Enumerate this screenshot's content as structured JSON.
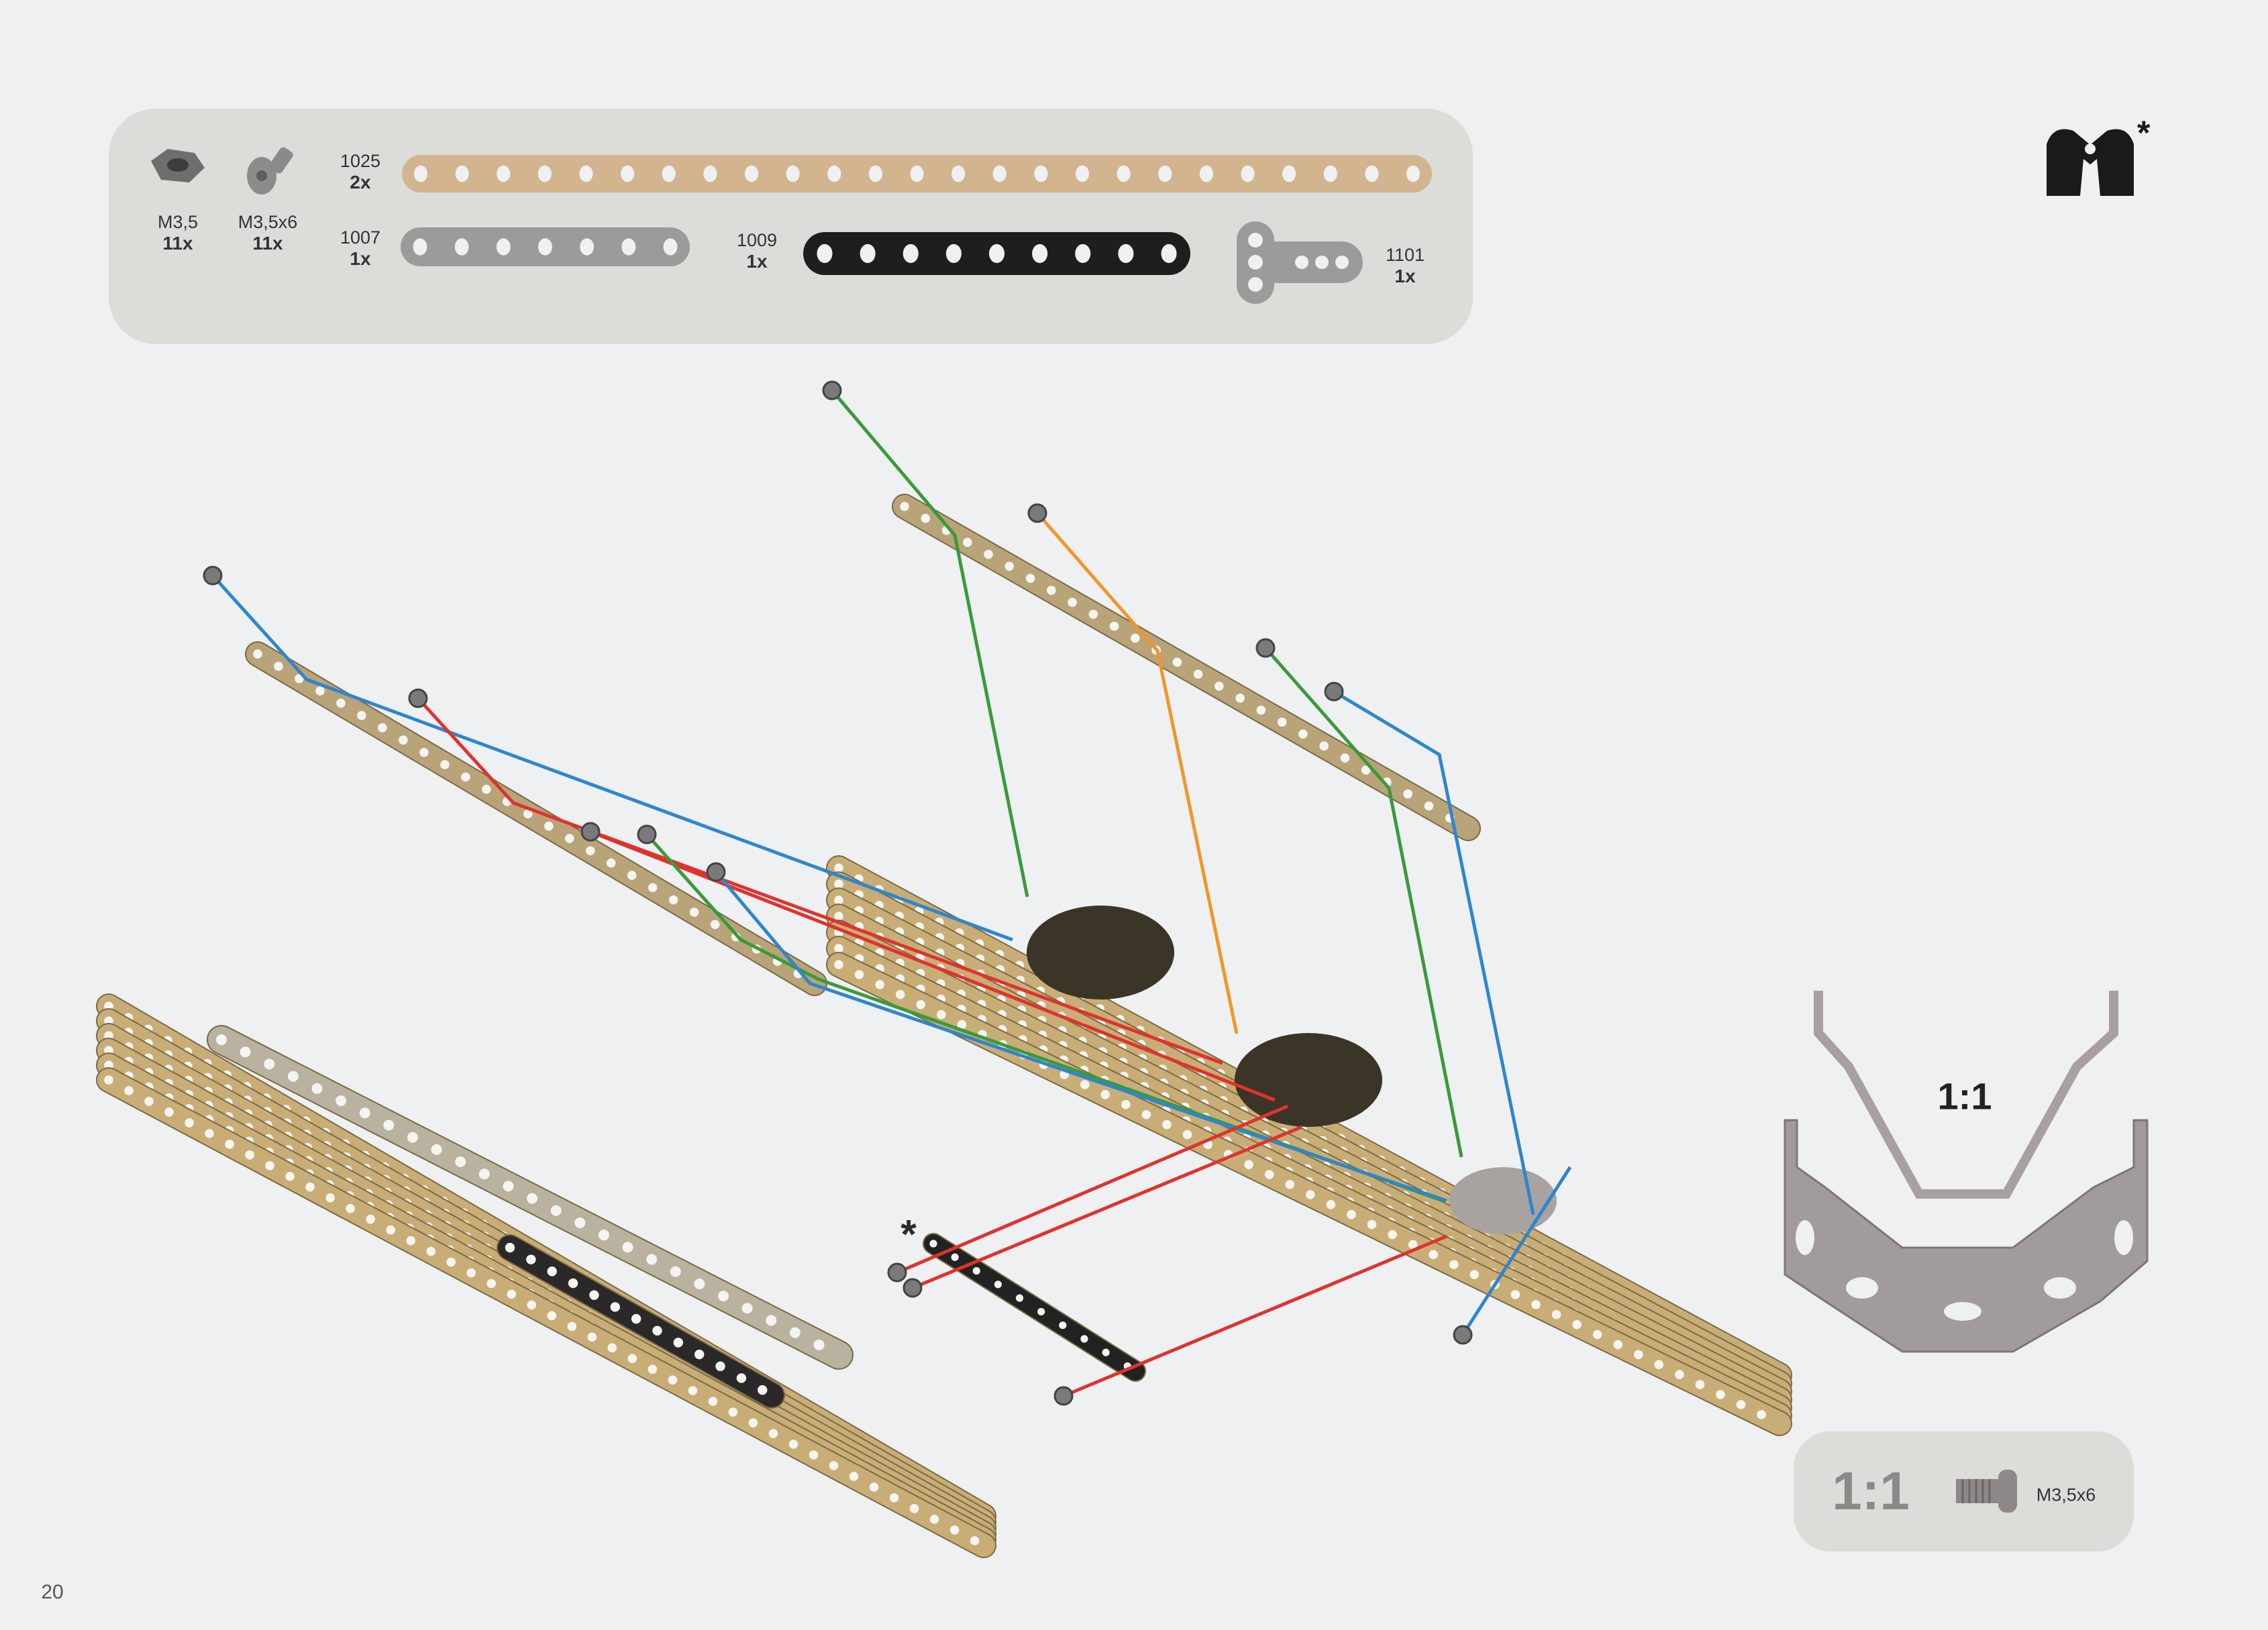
{
  "parts_panel": {
    "items": [
      {
        "name": "M3,5",
        "qty": "11x",
        "type": "hex-nut"
      },
      {
        "name": "M3,5x6",
        "qty": "11x",
        "type": "screw"
      },
      {
        "name": "1025",
        "qty": "2x",
        "type": "strip",
        "holes": 25,
        "color": "#d2b48e"
      },
      {
        "name": "1007",
        "qty": "1x",
        "type": "strip",
        "holes": 7,
        "color": "#9c9a9a"
      },
      {
        "name": "1009",
        "qty": "1x",
        "type": "strip",
        "holes": 9,
        "color": "#1f1d1d"
      },
      {
        "name": "1101",
        "qty": "1x",
        "type": "t-piece",
        "color": "#9c9a9a"
      }
    ]
  },
  "helper_icon": {
    "name": "two-hands-icon",
    "mark": "*"
  },
  "step_marks": {
    "asterisk": "*"
  },
  "detail": {
    "scale": "1:1"
  },
  "screw_gauge": {
    "scale": "1:1",
    "label": "M3,5x6"
  },
  "page_number": "20",
  "colors": {
    "green": "#3a9a3a",
    "orange": "#f0962a",
    "blue": "#2f86cc",
    "red": "#e0322c",
    "tan": "#c9ad77",
    "grey_panel": "#dcddd8"
  }
}
